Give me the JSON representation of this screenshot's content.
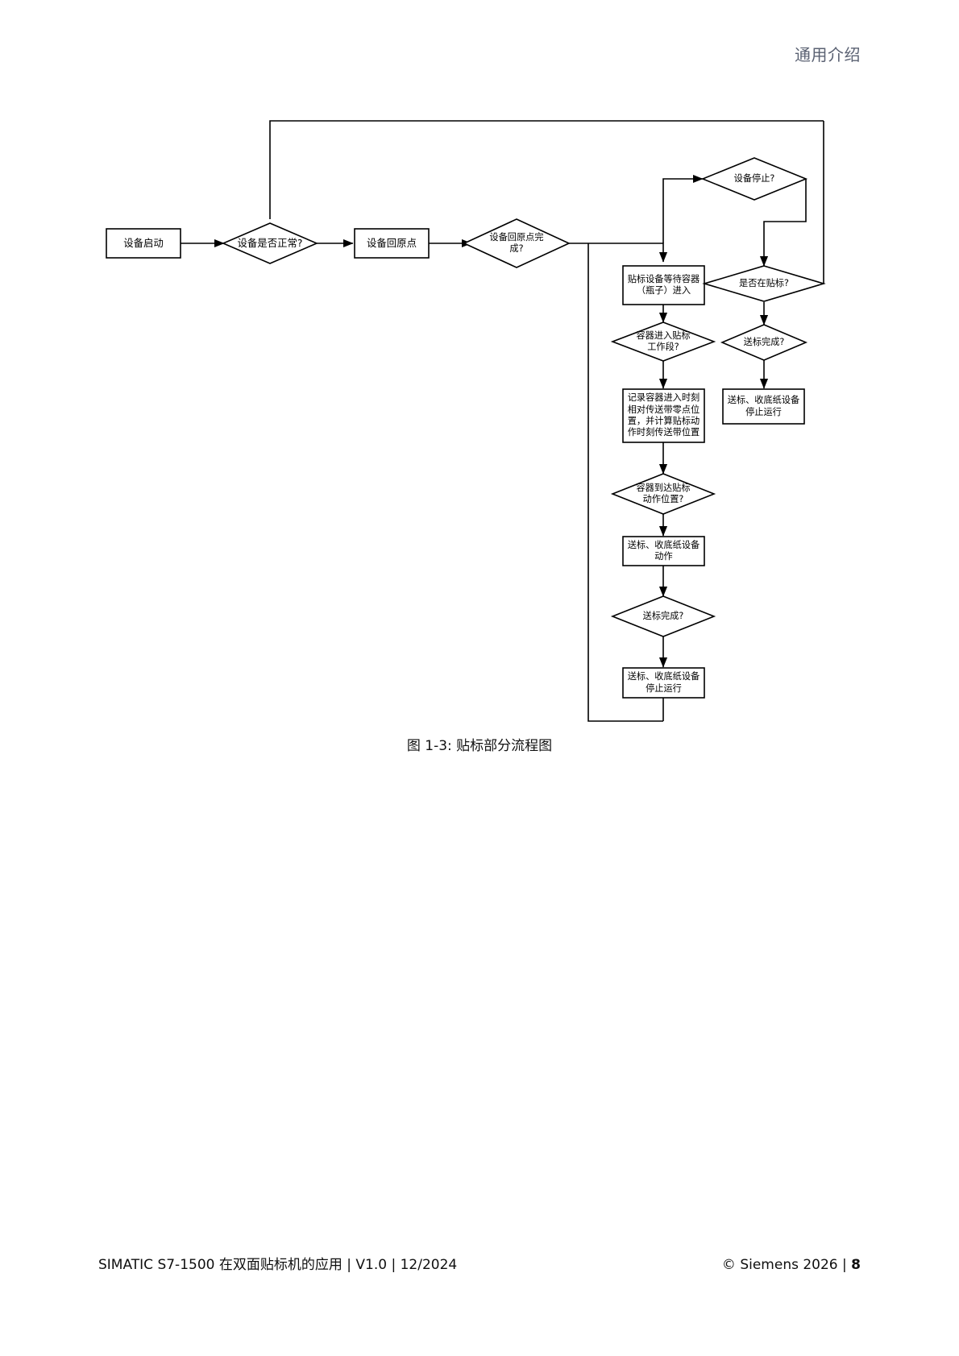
{
  "header": {
    "section_title": "通用介绍"
  },
  "footer": {
    "left_text": "SIMATIC S7-1500 在双面贴标机的应用 | V1.0 | 12/2024",
    "copyright": "© Siemens 2026 | ",
    "page_number": "8"
  },
  "figure": {
    "caption": "图 1-3: 贴标部分流程图"
  },
  "flowchart": {
    "nodes": {
      "start": {
        "label": "设备启动",
        "shape": "process"
      },
      "check_normal": {
        "label": "设备是否正常?",
        "shape": "decision"
      },
      "home": {
        "label": "设备回原点",
        "shape": "process"
      },
      "home_done": {
        "label": "设备回原点完\n成?",
        "shape": "decision"
      },
      "equip_stop": {
        "label": "设备停止?",
        "shape": "decision"
      },
      "is_labeling": {
        "label": "是否在贴标?",
        "shape": "decision"
      },
      "wait_container": {
        "label": "贴标设备等待容器\n（瓶子）进入",
        "shape": "process"
      },
      "enter_zone": {
        "label": "容器进入贴标\n工作段?",
        "shape": "decision"
      },
      "feed_done_right": {
        "label": "送标完成?",
        "shape": "decision"
      },
      "record_pos": {
        "label": "记录容器进入时刻\n相对传送带零点位\n置，并计算贴标动\n作时刻传送带位置",
        "shape": "process"
      },
      "stop_run_right": {
        "label": "送标、收底纸设备\n停止运行",
        "shape": "process"
      },
      "arrive_pos": {
        "label": "容器到达贴标\n动作位置?",
        "shape": "decision"
      },
      "feed_action": {
        "label": "送标、收底纸设备\n动作",
        "shape": "process"
      },
      "feed_done_mid": {
        "label": "送标完成?",
        "shape": "decision"
      },
      "stop_run_mid": {
        "label": "送标、收底纸设备\n停止运行",
        "shape": "process"
      }
    },
    "colors": {
      "line": "#000000",
      "node_fill": "#ffffff",
      "node_stroke": "#000000"
    }
  }
}
